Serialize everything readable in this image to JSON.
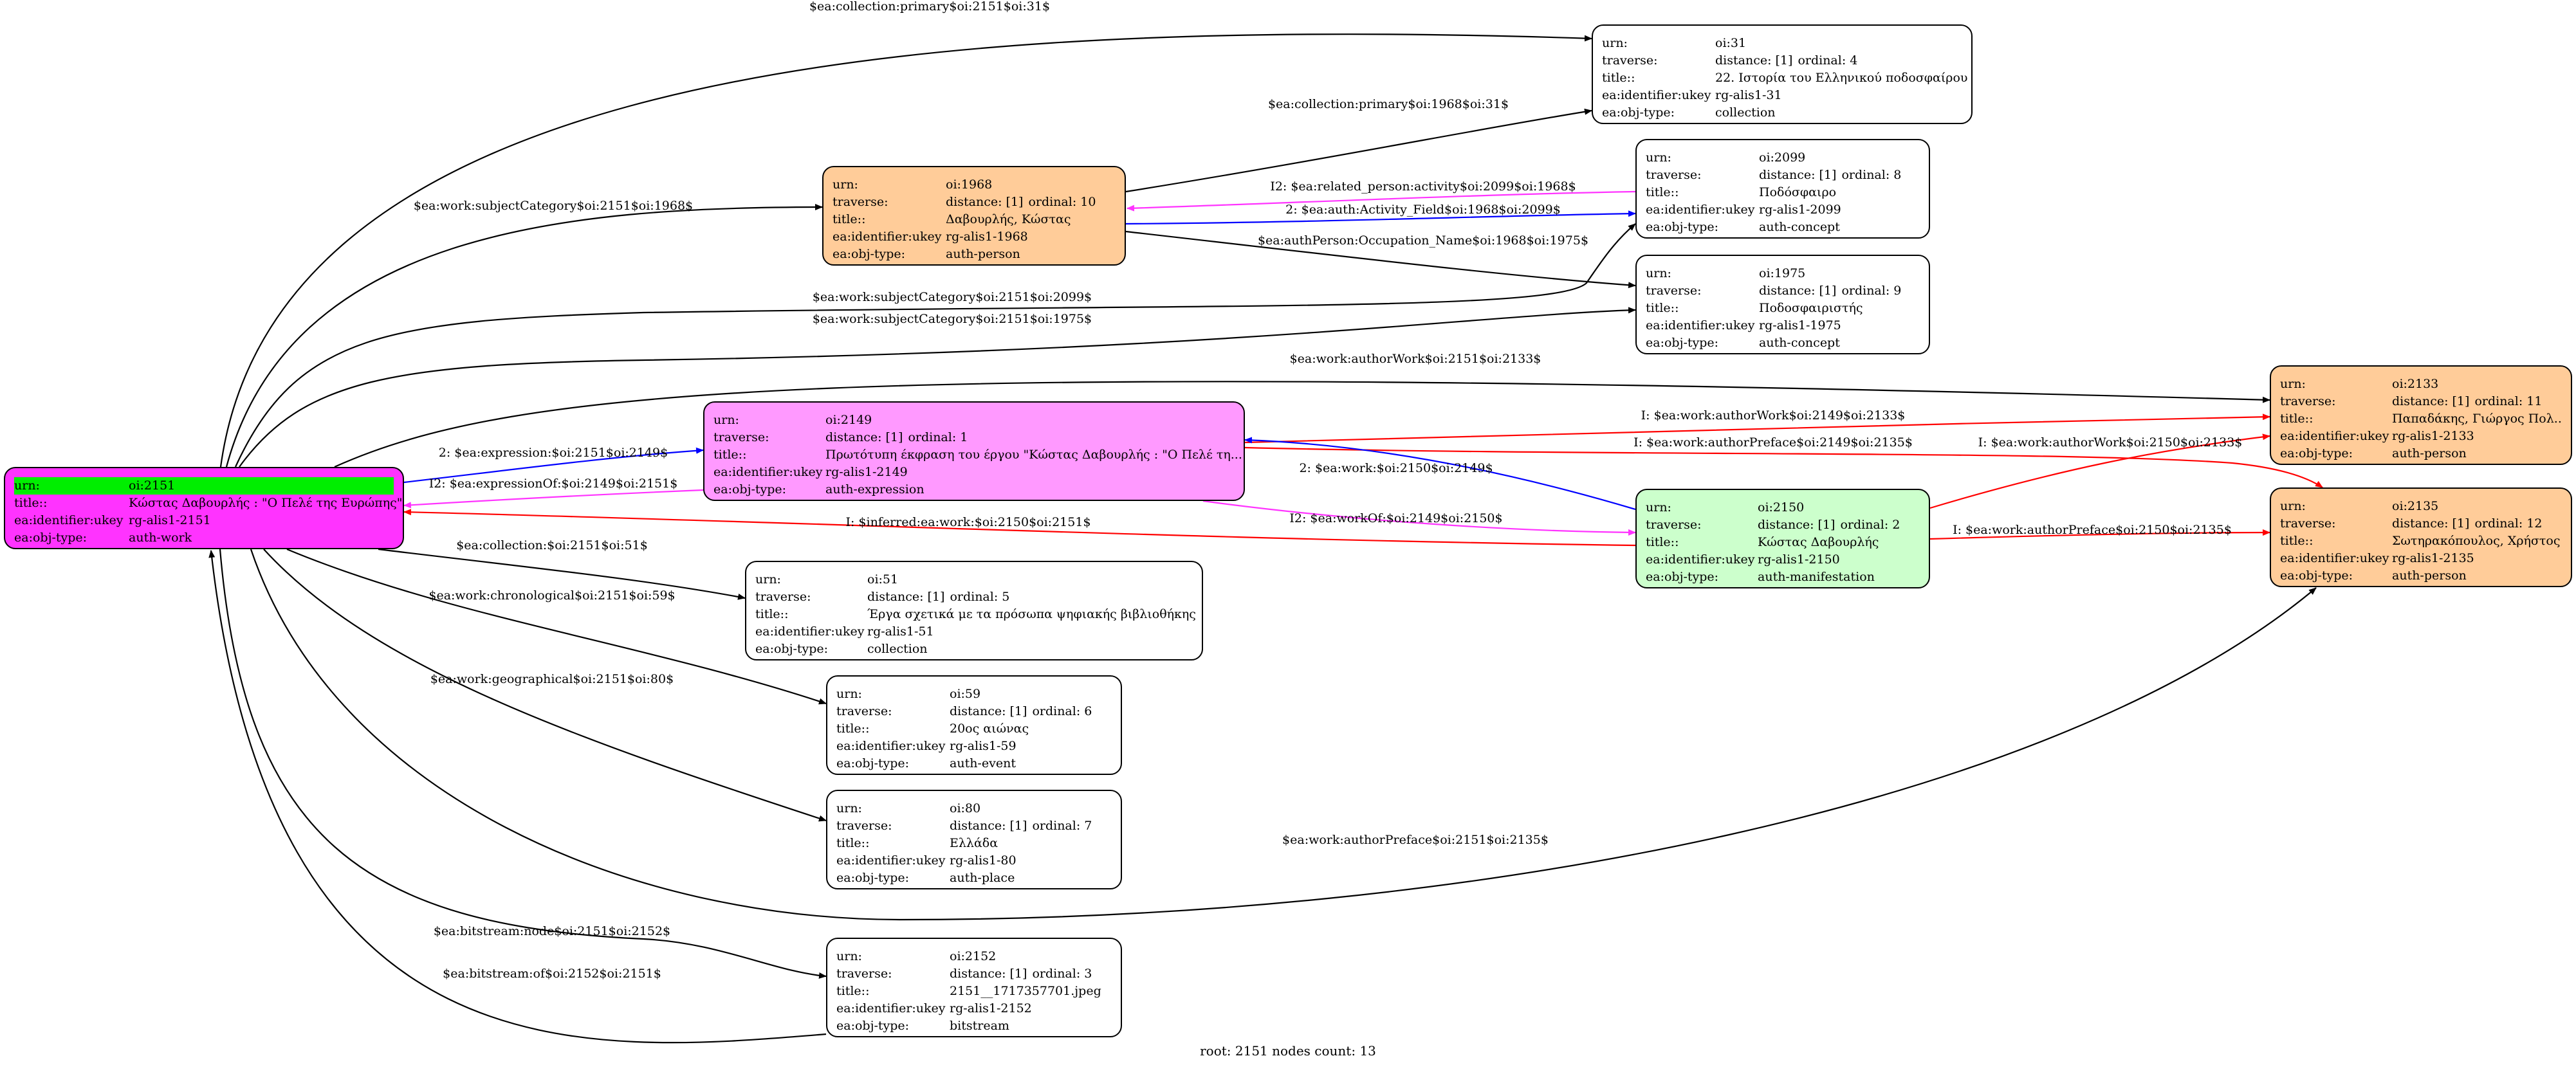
{
  "colors": {
    "work": "#ff33ff",
    "expression": "#ff99ff",
    "manifestation": "#ccffcc",
    "person": "#ffcc99",
    "plain": "#ffffff",
    "root_highlight": "#00ee00",
    "edge_black": "#000000",
    "edge_blue": "#0000ff",
    "edge_magenta": "#ff33ff",
    "edge_red": "#ff0000"
  },
  "row_labels": {
    "urn": "urn:",
    "traverse": "traverse:",
    "title": "title::",
    "ukey": "ea:identifier:ukey",
    "type": "ea:obj-type:",
    "root_title": "title::"
  },
  "nodes": {
    "n2151": {
      "urn": "oi:2151",
      "title": "Κώστας Δαβουρλής : \"Ο Πελέ της Ευρώπης\"",
      "ukey": "rg-alis1-2151",
      "type": "auth-work"
    },
    "n2149": {
      "urn": "oi:2149",
      "distance": "distance: [1]",
      "ordinal": "ordinal: 1",
      "title": "Πρωτότυπη έκφραση του έργου \"Κώστας Δαβουρλής : \"Ο Πελέ τη...",
      "ukey": "rg-alis1-2149",
      "type": "auth-expression"
    },
    "n1968": {
      "urn": "oi:1968",
      "distance": "distance: [1]",
      "ordinal": "ordinal: 10",
      "title": "Δαβουρλής, Κώστας",
      "ukey": "rg-alis1-1968",
      "type": "auth-person"
    },
    "n31": {
      "urn": "oi:31",
      "distance": "distance: [1]",
      "ordinal": "ordinal: 4",
      "title": "22. Ιστορία του Ελληνικού ποδοσφαίρου",
      "ukey": "rg-alis1-31",
      "type": "collection"
    },
    "n2099": {
      "urn": "oi:2099",
      "distance": "distance: [1]",
      "ordinal": "ordinal: 8",
      "title": "Ποδόσφαιρο",
      "ukey": "rg-alis1-2099",
      "type": "auth-concept"
    },
    "n1975": {
      "urn": "oi:1975",
      "distance": "distance: [1]",
      "ordinal": "ordinal: 9",
      "title": "Ποδοσφαιριστής",
      "ukey": "rg-alis1-1975",
      "type": "auth-concept"
    },
    "n2133": {
      "urn": "oi:2133",
      "distance": "distance: [1]",
      "ordinal": "ordinal: 11",
      "title": "Παπαδάκης, Γιώργος Πολ..",
      "ukey": "rg-alis1-2133",
      "type": "auth-person"
    },
    "n2135": {
      "urn": "oi:2135",
      "distance": "distance: [1]",
      "ordinal": "ordinal: 12",
      "title": "Σωτηρακόπουλος, Χρήστος",
      "ukey": "rg-alis1-2135",
      "type": "auth-person"
    },
    "n2150": {
      "urn": "oi:2150",
      "distance": "distance: [1]",
      "ordinal": "ordinal: 2",
      "title": "Κώστας Δαβουρλής",
      "ukey": "rg-alis1-2150",
      "type": "auth-manifestation"
    },
    "n51": {
      "urn": "oi:51",
      "distance": "distance: [1]",
      "ordinal": "ordinal: 5",
      "title": "Έργα σχετικά με τα πρόσωπα ψηφιακής βιβλιοθήκης",
      "ukey": "rg-alis1-51",
      "type": "collection"
    },
    "n59": {
      "urn": "oi:59",
      "distance": "distance: [1]",
      "ordinal": "ordinal: 6",
      "title": "20ος αιώνας",
      "ukey": "rg-alis1-59",
      "type": "auth-event"
    },
    "n80": {
      "urn": "oi:80",
      "distance": "distance: [1]",
      "ordinal": "ordinal: 7",
      "title": "Ελλάδα",
      "ukey": "rg-alis1-80",
      "type": "auth-place"
    },
    "n2152": {
      "urn": "oi:2152",
      "distance": "distance: [1]",
      "ordinal": "ordinal: 3",
      "title": "2151__1717357701.jpeg",
      "ukey": "rg-alis1-2152",
      "type": "bitstream"
    }
  },
  "edges": [
    {
      "label": "$ea:collection:primary$oi:2151$oi:31$",
      "color": "edge_black"
    },
    {
      "label": "$ea:work:subjectCategory$oi:2151$oi:1968$",
      "color": "edge_black"
    },
    {
      "label": "$ea:collection:primary$oi:1968$oi:31$",
      "color": "edge_black"
    },
    {
      "label": "I2: $ea:related_person:activity$oi:2099$oi:1968$",
      "color": "edge_magenta"
    },
    {
      "label": "2: $ea:auth:Activity_Field$oi:1968$oi:2099$",
      "color": "edge_blue"
    },
    {
      "label": "$ea:authPerson:Occupation_Name$oi:1968$oi:1975$",
      "color": "edge_black"
    },
    {
      "label": "$ea:work:subjectCategory$oi:2151$oi:2099$",
      "color": "edge_black"
    },
    {
      "label": "$ea:work:subjectCategory$oi:2151$oi:1975$",
      "color": "edge_black"
    },
    {
      "label": "$ea:work:authorWork$oi:2151$oi:2133$",
      "color": "edge_black"
    },
    {
      "label": "2: $ea:expression:$oi:2151$oi:2149$",
      "color": "edge_blue"
    },
    {
      "label": "I2: $ea:expressionOf:$oi:2149$oi:2151$",
      "color": "edge_magenta"
    },
    {
      "label": "I: $ea:work:authorWork$oi:2149$oi:2133$",
      "color": "edge_red"
    },
    {
      "label": "I: $ea:work:authorPreface$oi:2149$oi:2135$",
      "color": "edge_red"
    },
    {
      "label": "2: $ea:work:$oi:2150$oi:2149$",
      "color": "edge_blue"
    },
    {
      "label": "I: $ea:work:authorWork$oi:2150$oi:2133$",
      "color": "edge_red"
    },
    {
      "label": "I2: $ea:workOf:$oi:2149$oi:2150$",
      "color": "edge_magenta"
    },
    {
      "label": "I: $inferred:ea:work:$oi:2150$oi:2151$",
      "color": "edge_red"
    },
    {
      "label": "I: $ea:work:authorPreface$oi:2150$oi:2135$",
      "color": "edge_red"
    },
    {
      "label": "$ea:collection:$oi:2151$oi:51$",
      "color": "edge_black"
    },
    {
      "label": "$ea:work:chronological$oi:2151$oi:59$",
      "color": "edge_black"
    },
    {
      "label": "$ea:work:geographical$oi:2151$oi:80$",
      "color": "edge_black"
    },
    {
      "label": "$ea:work:authorPreface$oi:2151$oi:2135$",
      "color": "edge_black"
    },
    {
      "label": "$ea:bitstream:node$oi:2151$oi:2152$",
      "color": "edge_black"
    },
    {
      "label": "$ea:bitstream:of$oi:2152$oi:2151$",
      "color": "edge_black"
    }
  ],
  "footer": "root: 2151 nodes count: 13"
}
